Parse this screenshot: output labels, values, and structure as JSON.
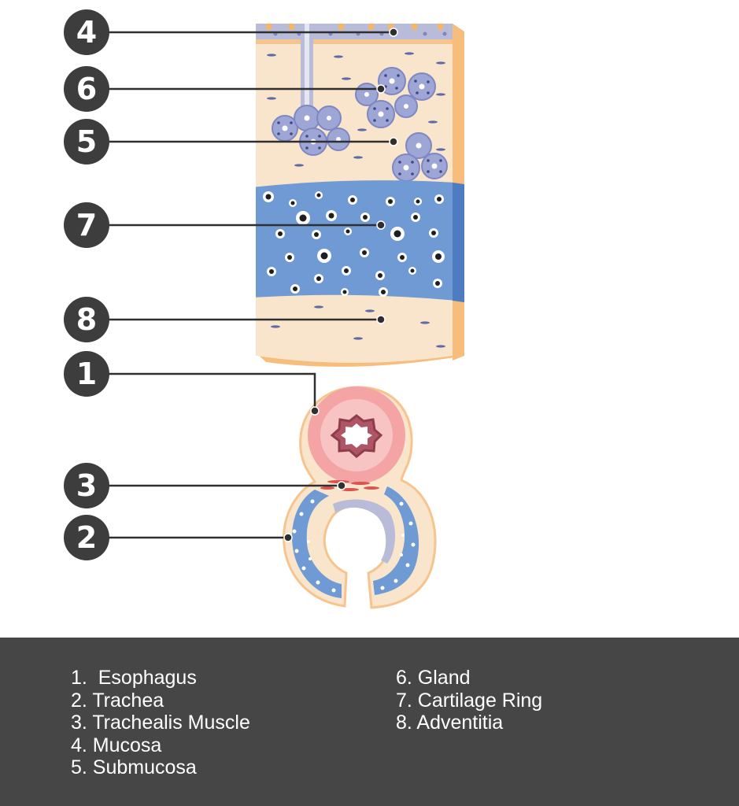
{
  "markers": [
    {
      "id": "esophagus",
      "number": "1"
    },
    {
      "id": "trachea",
      "number": "2"
    },
    {
      "id": "trachealis-muscle",
      "number": "3"
    },
    {
      "id": "mucosa",
      "number": "4"
    },
    {
      "id": "submucosa",
      "number": "5"
    },
    {
      "id": "gland",
      "number": "6"
    },
    {
      "id": "cartilage-ring",
      "number": "7"
    },
    {
      "id": "adventitia",
      "number": "8"
    }
  ],
  "legend": {
    "left": [
      "1.  Esophagus",
      "2. Trachea",
      "3. Trachealis Muscle",
      "4. Mucosa",
      "5. Submucosa"
    ],
    "right": [
      "6. Gland",
      "7. Cartilage Ring",
      "8. Adventitia"
    ]
  },
  "colors": {
    "badge": "#3d3d3d",
    "legend_bg": "#464646",
    "tissue": "#f9e5cb",
    "tissue_edge": "#f6bd7c",
    "cartilage": "#6f9ad4",
    "gland": "#9ea6d6",
    "epithelium": "#b9bcd8",
    "esophagus_muscle": "#f4a4a4"
  }
}
